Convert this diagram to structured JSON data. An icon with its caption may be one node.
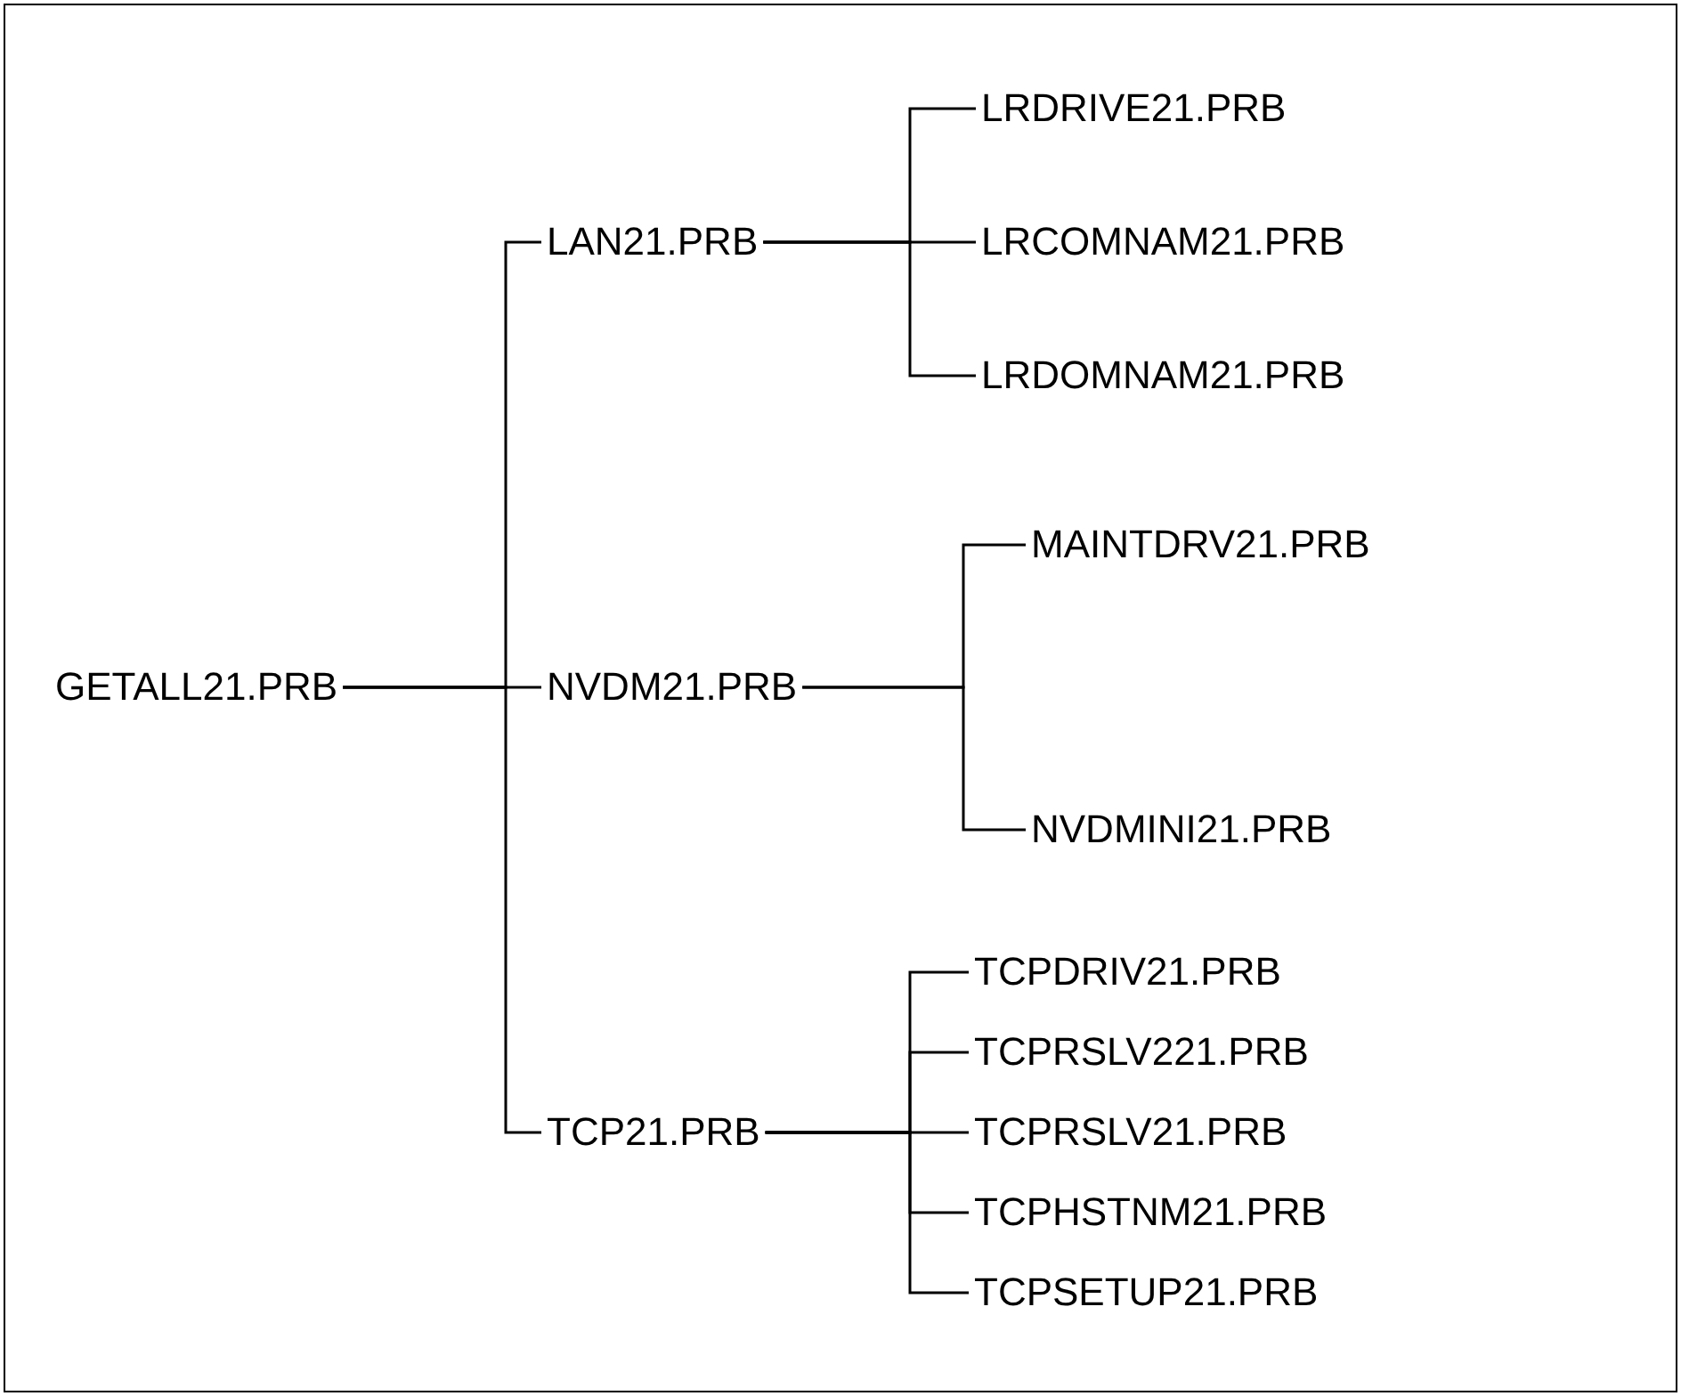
{
  "diagram": {
    "nodes": [
      {
        "text": [
          "GETALL21.PRB"
        ]
      },
      {
        "text": [
          "LAN21.PRB"
        ]
      },
      {
        "text": [
          "LRDRIVE21.PRB"
        ]
      },
      {
        "text": [
          "LRCOMNAM21.PRB"
        ]
      },
      {
        "text": [
          "LRDOMNAM21.PRB"
        ]
      },
      {
        "text": [
          "NVDM21.PRB"
        ]
      },
      {
        "text": [
          "MAINTDRV21.PRB"
        ]
      },
      {
        "text": [
          "NVDMINI21.PRB"
        ]
      },
      {
        "text": [
          "TCP21.PRB"
        ]
      },
      {
        "text": [
          "TCPDRIV21.PRB"
        ]
      },
      {
        "text": [
          "TCPRSLV221.PRB"
        ]
      },
      {
        "text": [
          "TCPRSLV21.PRB"
        ]
      },
      {
        "text": [
          "TCPHSTNM21.PRB"
        ]
      },
      {
        "text": [
          "TCPSETUP21.PRB"
        ]
      }
    ],
    "edges": [
      {
        "from": 0,
        "to": 1,
        "arrow": "none"
      },
      {
        "from": 0,
        "to": 5,
        "arrow": "none"
      },
      {
        "from": 0,
        "to": 8,
        "arrow": "none"
      },
      {
        "from": 1,
        "to": 2,
        "arrow": "none"
      },
      {
        "from": 1,
        "to": 3,
        "arrow": "none"
      },
      {
        "from": 1,
        "to": 4,
        "arrow": "none"
      },
      {
        "from": 5,
        "to": 6,
        "arrow": "none"
      },
      {
        "from": 5,
        "to": 7,
        "arrow": "none"
      },
      {
        "from": 8,
        "to": 9,
        "arrow": "none"
      },
      {
        "from": 8,
        "to": 10,
        "arrow": "none"
      },
      {
        "from": 8,
        "to": 11,
        "arrow": "none"
      },
      {
        "from": 8,
        "to": 12,
        "arrow": "none"
      },
      {
        "from": 8,
        "to": 13,
        "arrow": "none"
      }
    ]
  }
}
